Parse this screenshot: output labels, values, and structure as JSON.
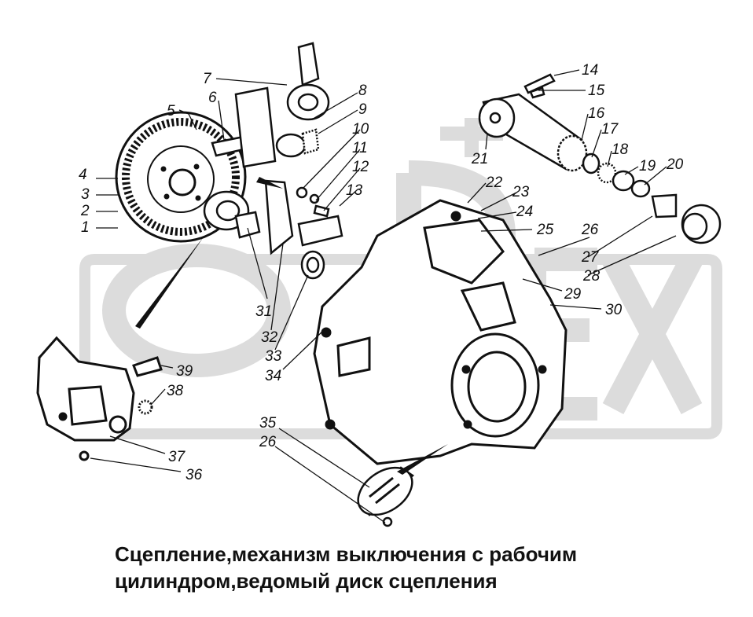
{
  "watermark": {
    "text": "ORЕХ",
    "color": "#d9d9d9"
  },
  "callouts": [
    "1",
    "2",
    "3",
    "4",
    "5",
    "6",
    "7",
    "8",
    "9",
    "10",
    "11",
    "12",
    "13",
    "14",
    "15",
    "16",
    "17",
    "18",
    "19",
    "20",
    "21",
    "22",
    "23",
    "24",
    "25",
    "26",
    "27",
    "28",
    "29",
    "30",
    "31",
    "32",
    "33",
    "34",
    "35",
    "26",
    "36",
    "37",
    "38",
    "39"
  ],
  "caption": {
    "line1": "Сцепление,механизм выключения с рабочим",
    "line2": "цилиндром,ведомый диск сцепления"
  }
}
